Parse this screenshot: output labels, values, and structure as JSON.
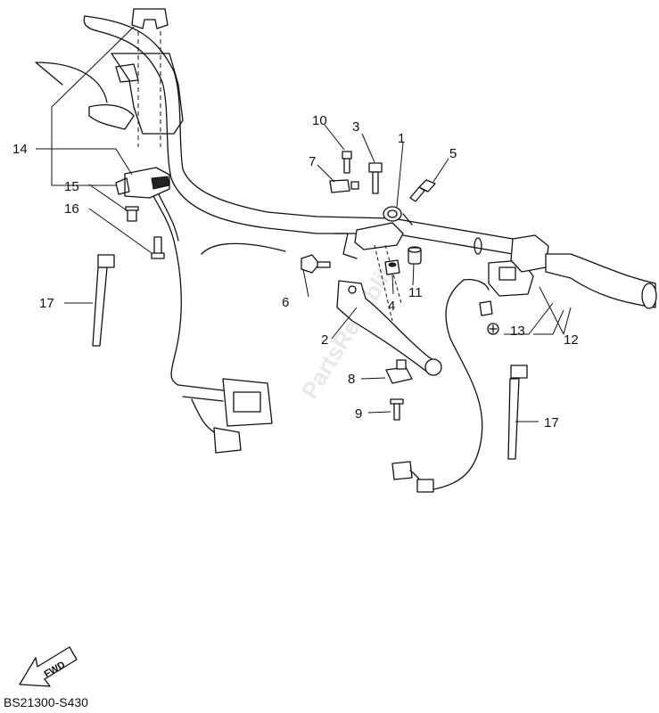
{
  "diagram": {
    "callouts": [
      {
        "id": "c1",
        "label": "1"
      },
      {
        "id": "c2",
        "label": "2"
      },
      {
        "id": "c3",
        "label": "3"
      },
      {
        "id": "c4",
        "label": "4"
      },
      {
        "id": "c5",
        "label": "5"
      },
      {
        "id": "c6",
        "label": "6"
      },
      {
        "id": "c7",
        "label": "7"
      },
      {
        "id": "c8",
        "label": "8"
      },
      {
        "id": "c9",
        "label": "9"
      },
      {
        "id": "c10",
        "label": "10"
      },
      {
        "id": "c11",
        "label": "11"
      },
      {
        "id": "c12",
        "label": "12"
      },
      {
        "id": "c13",
        "label": "13"
      },
      {
        "id": "c14",
        "label": "14"
      },
      {
        "id": "c15",
        "label": "15"
      },
      {
        "id": "c16",
        "label": "16"
      },
      {
        "id": "c17a",
        "label": "17"
      },
      {
        "id": "c17b",
        "label": "17"
      }
    ],
    "fwd_label": "FWD",
    "watermark": "PartsRepublik",
    "drawing_code": "BS21300-S430"
  }
}
